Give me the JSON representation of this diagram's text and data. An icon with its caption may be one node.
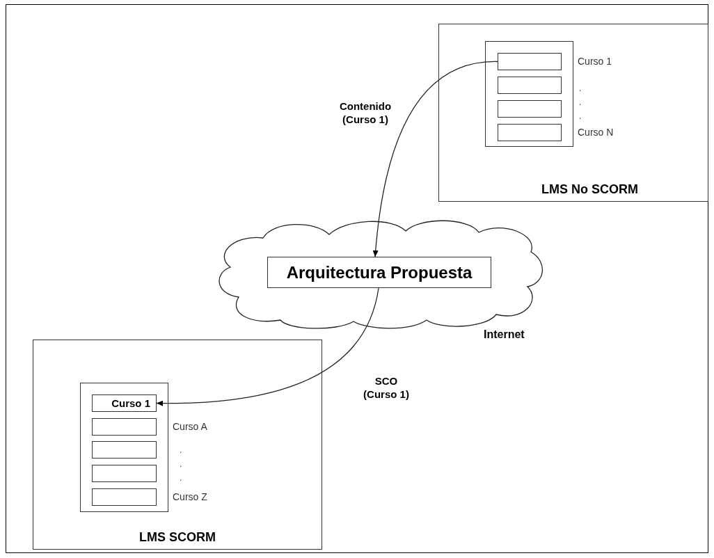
{
  "diagram": {
    "nodes": [
      {
        "text": [
          "LMS No SCORM"
        ]
      },
      {
        "text": [],
        "shape": "box",
        "in": 0
      },
      {
        "text": [],
        "shape": "box",
        "in": 1,
        "beside": [
          "Curso 1"
        ]
      },
      {
        "text": [],
        "shape": "box",
        "in": 1
      },
      {
        "text": [],
        "shape": "box",
        "in": 1
      },
      {
        "text": [],
        "shape": "box",
        "in": 1,
        "beside": [
          "Curso N"
        ]
      },
      {
        "text": [
          "Internet"
        ]
      },
      {
        "text": [
          "Arquitectura Propuesta"
        ],
        "in": 6
      },
      {
        "text": [
          "LMS SCORM"
        ]
      },
      {
        "text": [],
        "shape": "box",
        "in": 8
      },
      {
        "text": [
          "Curso 1"
        ],
        "in": 9
      },
      {
        "text": [],
        "shape": "box",
        "in": 9,
        "beside": [
          "Curso A"
        ]
      },
      {
        "text": [],
        "shape": "box",
        "in": 9
      },
      {
        "text": [],
        "shape": "box",
        "in": 9
      },
      {
        "text": [],
        "shape": "box",
        "in": 9,
        "beside": [
          "Curso Z"
        ]
      }
    ],
    "edges": [
      {
        "from": 2,
        "to": 7,
        "arrow": "to",
        "label": "Contenido (Curso 1)"
      },
      {
        "from": 7,
        "to": 10,
        "arrow": "to",
        "label": "SCO (Curso 1)"
      }
    ],
    "labels": [
      ".",
      ".",
      ".",
      ".",
      ".",
      "."
    ]
  }
}
